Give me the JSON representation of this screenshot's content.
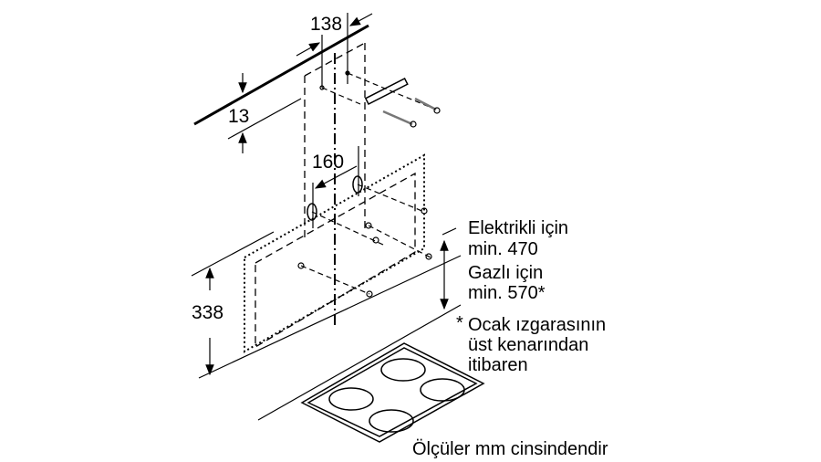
{
  "dimensions": {
    "bracket_spacing": "138",
    "bracket_offset": "13",
    "hook_spacing": "160",
    "hood_height": "338"
  },
  "notes": {
    "electric_label": "Elektrikli için",
    "electric_min": "min. 470",
    "gas_label": "Gazlı için",
    "gas_min": "min. 570*",
    "footnote_star": "*",
    "footnote_line1": "Ocak ızgarasının",
    "footnote_line2": "üst kenarından",
    "footnote_line3": "itibaren"
  },
  "footer": "Ölçüler mm cinsindendir"
}
